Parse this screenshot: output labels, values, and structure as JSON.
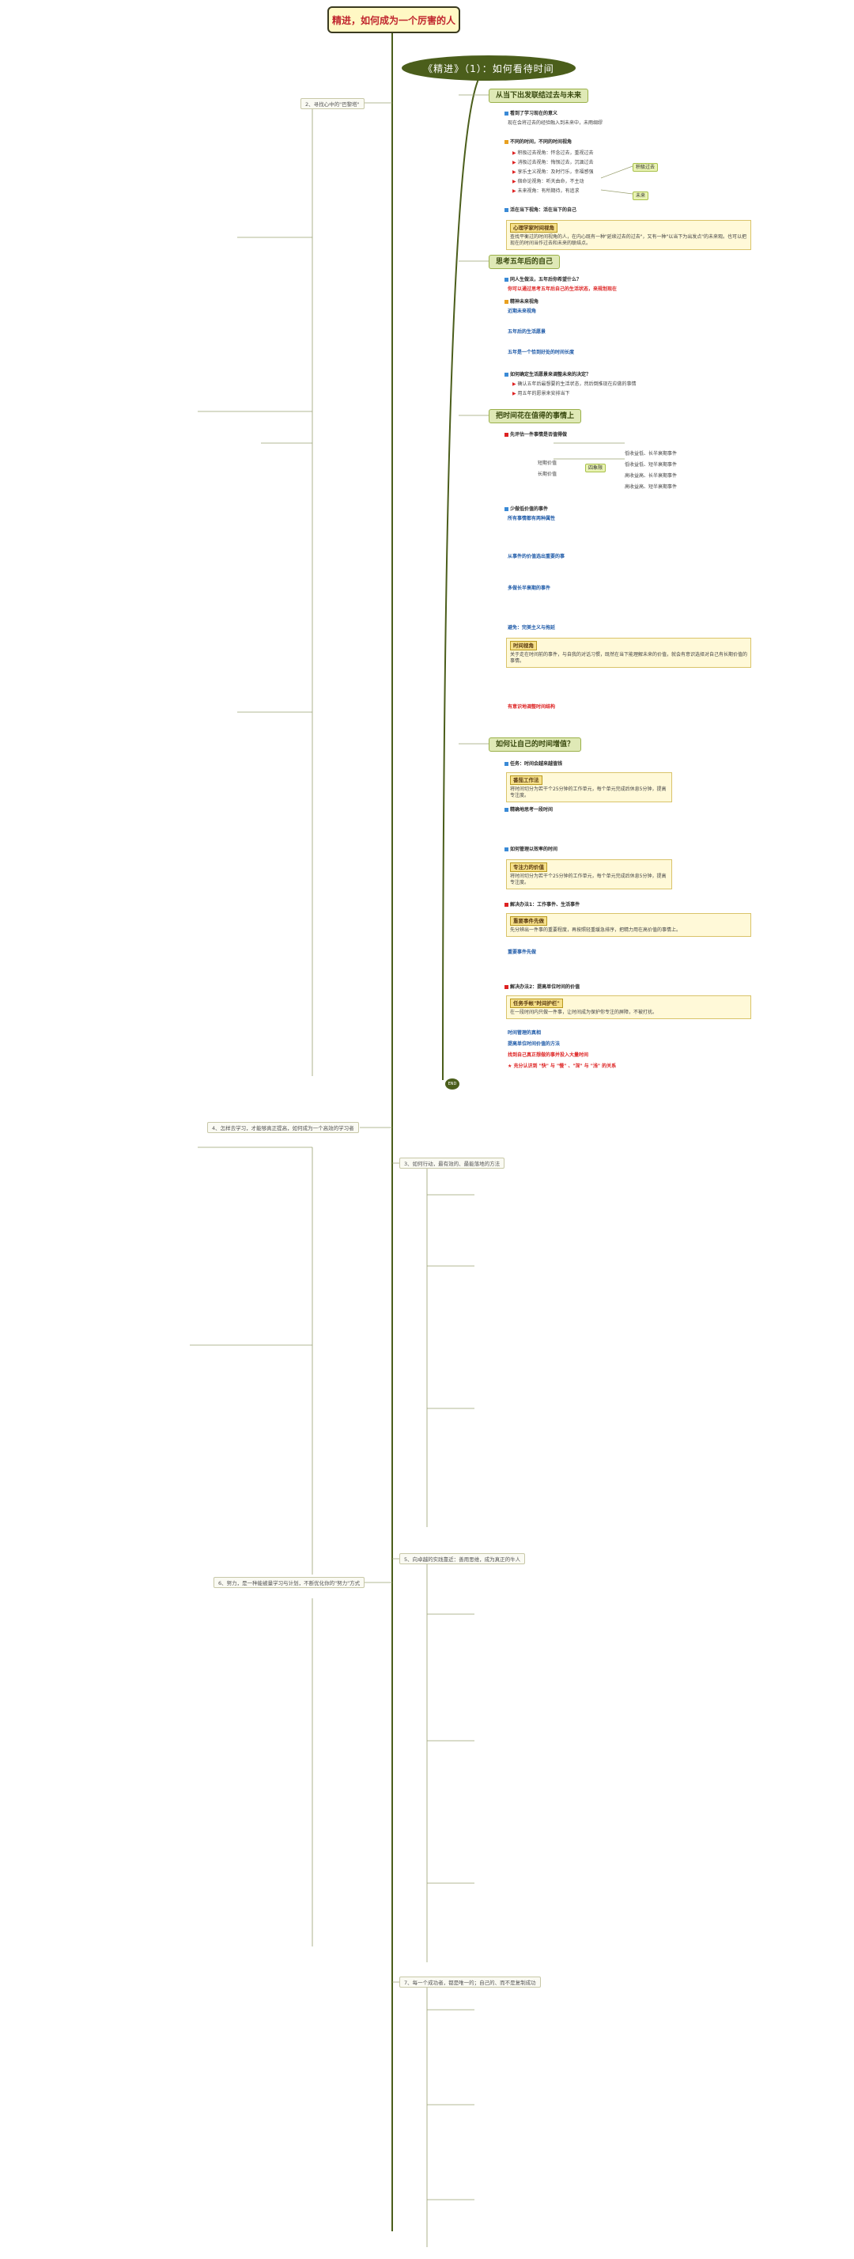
{
  "title": "精进，如何成为一个厉害的人",
  "root": "《精进》（1）：如何看待时间",
  "sections": {
    "s1": "从当下出发联结过去与未来",
    "s2": "思考五年后的自己",
    "s3": "把时间花在值得的事情上",
    "s4": "如何让自己的时间增值？"
  },
  "s1_items": {
    "a1": "看到了学习现在的意义",
    "a2": "现在会将过去的经验融入到未来中，未雨绸缪",
    "a3": "不同的时间，不同的时间视角",
    "a4": "积极过去视角：怀念过去，重视过去",
    "a5": "消极过去视角：悔恨过去，沉湎过去",
    "a6": "享乐主义视角：及时行乐，幸福感强",
    "a7": "宿命论视角：听天由命，不主动",
    "a8": "未来视角：有所期待，有追求",
    "a9": "活在当下视角：活在当下的自己",
    "tag1": "积极过去",
    "tag2": "未来",
    "note_h": "心理学家时间视角",
    "note_b": "查找平衡过的时间视角的人，在内心既有一种\"延续过去的过去\"，又有一种\"以当下为出发点\"的未来观。也可以把现在的时间当作过去和未来的联结点。"
  },
  "s2_items": {
    "b1": "同人生做法，五年后你希望什么？",
    "b2": "你可以通过思考五年后自己的生活状态，来规划现在",
    "b3": "精神未来视角",
    "b4": "近期未来视角",
    "b5": "五年后的生活愿景",
    "b6": "五年是一个恰到好处的时间长度",
    "b7": "如何确定生活愿景来调整未来的决定？",
    "b8": "确认五年后最想要的生活状态，然后倒推现在应做的事情",
    "b9": "用五年的愿景来安排当下"
  },
  "s3_items": {
    "c1": "先评估一件事情是否值得做",
    "c2": "短期价值",
    "c3": "长期价值",
    "c4": "四象限",
    "c5": "低收益低、长半衰期事件",
    "c6": "低收益低、短半衰期事件",
    "c7": "高收益高、长半衰期事件",
    "c8": "高收益高、短半衰期事件",
    "c9": "少做低价值的事件",
    "c10": "所有事情都有两种属性",
    "c11": "从事件的价值选出重要的事",
    "c12": "多做长半衰期的事件",
    "c13": "避免：完美主义与拖延",
    "c14": "有意识地调整时间结构",
    "note2_h": "时间视角",
    "note2_b": "关于走在时间前的事件，与自我的对话习惯，既然在当下能理解未来的价值，就会有意识选择对自己有长期价值的事情。"
  },
  "s4_items": {
    "d1": "任务：时间会越来越值钱",
    "d2": "精确地思考一段时间",
    "d3": "如何管理以效率的时间",
    "d4": "专注力的价值",
    "d5": "解决办法1：工作事件、生活事件",
    "d6": "重要事件先做",
    "d7": "解决办法2：提高单位时间的价值",
    "d8": "任务手帐\"时间护栏\"",
    "d9": "时间管理的真相",
    "d10": "提高单位时间价值的方法",
    "d11": "找到自己真正想做的事并投入大量时间",
    "d12": "充分认识到 \"快\" 与 \"慢\" 、\"深\" 与 \"浅\" 的关系",
    "note3_h": "番茄工作法",
    "note3_b": "将时间切分为若干个25分钟的工作单元，每个单元完成后休息5分钟，提高专注度。",
    "note4_h": "重要事件先做",
    "note4_b": "先分辨出一件事的重要程度，再按照轻重缓急排序，把精力用在高价值的事情上。",
    "note5_h": "任务手帐\"时间护栏\"",
    "note5_b": "在一段时间内只做一件事，让时间成为保护你专注的屏障，不被打扰。"
  },
  "left_branches": {
    "l2": "2、寻找心中的\"巴黎塔\"",
    "l4": "4、怎样去学习，才能够真正提高，如何成为一个高效的学习者",
    "l6": "6、努力，是一种能被量学习与计划，不断优化你的\"努力\"方式"
  },
  "bottom_branches": {
    "r3": "3、如何行动，最有效的、最能落地的方法",
    "r5": "5、向卓越的实践靠近：善用思维，成为真正的牛人",
    "r7": "7、每一个成功者，都是唯一的；自己的、而不是复制成功"
  },
  "end_label": "END"
}
